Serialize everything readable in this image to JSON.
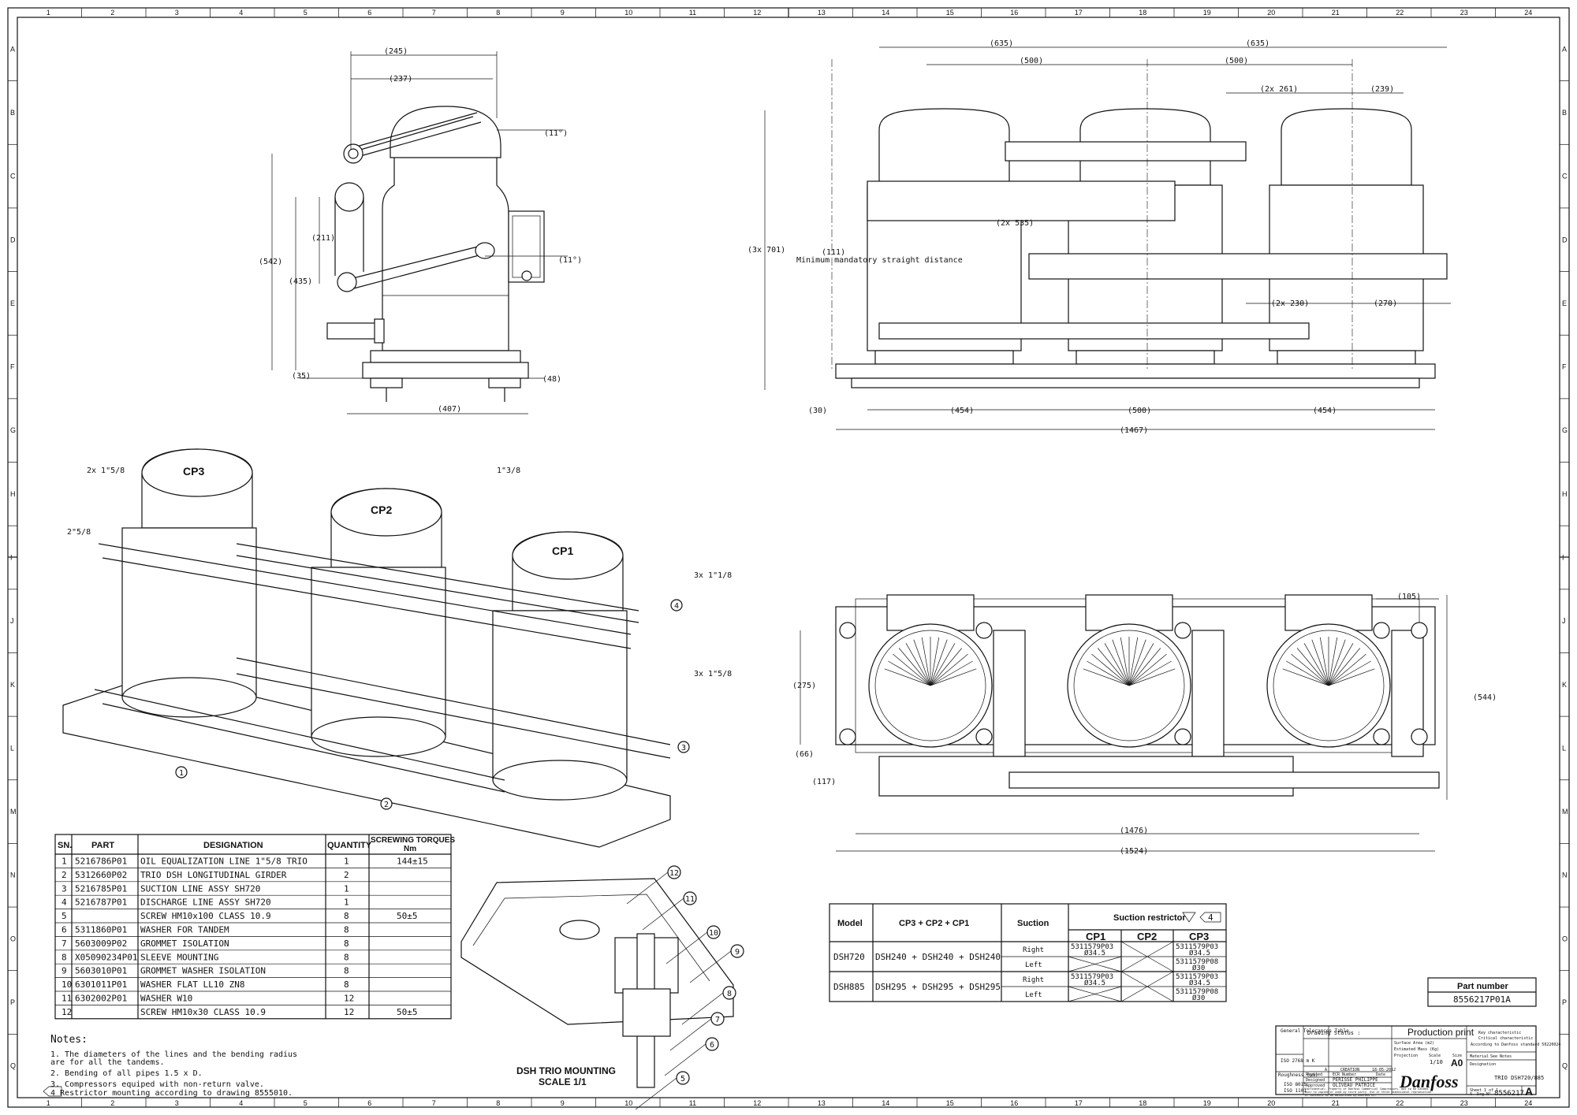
{
  "frame": {
    "columns": [
      "1",
      "2",
      "3",
      "4",
      "5",
      "6",
      "7",
      "8",
      "9",
      "10",
      "11",
      "12",
      "13",
      "14",
      "15",
      "16",
      "17",
      "18",
      "19",
      "20",
      "21",
      "22",
      "23",
      "24"
    ],
    "rows": [
      "A",
      "B",
      "C",
      "D",
      "E",
      "F",
      "G",
      "H",
      "I",
      "J",
      "K",
      "L",
      "M",
      "N",
      "O",
      "P",
      "Q"
    ]
  },
  "side_view": {
    "dims": [
      "(245)",
      "(237)",
      "(11°)",
      "(211)",
      "(542)",
      "(435)",
      "(11°)",
      "(35)",
      "(48)",
      "(407)"
    ]
  },
  "front_view": {
    "dims": [
      "(635)",
      "(635)",
      "(500)",
      "(500)",
      "(2x 261)",
      "(239)",
      "(3x 701)",
      "(111)",
      "(2x 535)",
      "(2x 230)",
      "(270)",
      "(30)",
      "(454)",
      "(500)",
      "(454)",
      "(1467)"
    ],
    "note": "Minimum mandatory straight distance"
  },
  "top_view": {
    "dims": [
      "(105)",
      "(275)",
      "(544)",
      "(66)",
      "(117)",
      "(1476)",
      "(1524)"
    ]
  },
  "iso_view": {
    "labels": [
      "CP3",
      "CP2",
      "CP1"
    ],
    "callouts": [
      "2x 1\"5/8",
      "2\"5/8",
      "1\"3/8",
      "3x 1\"1/8",
      "3x 1\"5/8",
      "1",
      "2",
      "3",
      "4"
    ]
  },
  "parts_table": {
    "headers": [
      "SN.",
      "PART",
      "DESIGNATION",
      "QUANTITY",
      "SCREWING TORQUES Nm"
    ],
    "rows": [
      [
        "1",
        "5216786P01",
        "OIL EQUALIZATION LINE 1\"5/8 TRIO",
        "1",
        "144±15"
      ],
      [
        "2",
        "5312660P02",
        "TRIO DSH LONGITUDINAL GIRDER",
        "2",
        ""
      ],
      [
        "3",
        "5216785P01",
        "SUCTION LINE ASSY SH720",
        "1",
        ""
      ],
      [
        "4",
        "5216787P01",
        "DISCHARGE LINE ASSY SH720",
        "1",
        ""
      ],
      [
        "5",
        "",
        "SCREW HM10x100 CLASS 10.9",
        "8",
        "50±5"
      ],
      [
        "6",
        "5311860P01",
        "WASHER FOR TANDEM",
        "8",
        ""
      ],
      [
        "7",
        "5603009P02",
        "GROMMET ISOLATION",
        "8",
        ""
      ],
      [
        "8",
        "X05090234P01",
        "SLEEVE MOUNTING",
        "8",
        ""
      ],
      [
        "9",
        "5603010P01",
        "GROMMET WASHER ISOLATION",
        "8",
        ""
      ],
      [
        "10",
        "6301011P01",
        "WASHER FLAT LL10 ZN8",
        "8",
        ""
      ],
      [
        "11",
        "6302002P01",
        "WASHER W10",
        "12",
        ""
      ],
      [
        "12",
        "",
        "SCREW HM10x30 CLASS 10.9",
        "12",
        "50±5"
      ]
    ]
  },
  "notes": {
    "title": "Notes:",
    "items": [
      "1.  The diameters of the lines and the bending radius",
      "    are for all the tandems.",
      "2.  Bending of all pipes 1.5 x D.",
      "3.  Compressors equiped with non-return valve.",
      "4   Restrictor mounting according to drawing 8555010."
    ]
  },
  "mounting": {
    "title": "DSH TRIO MOUNTING",
    "scale": "SCALE   1/1",
    "callouts": [
      "12",
      "11",
      "10",
      "9",
      "8",
      "7",
      "6",
      "5"
    ]
  },
  "restrictor_table": {
    "h_model": "Model",
    "h_cps": "CP3 + CP2 + CP1",
    "h_suction": "Suction",
    "h_restrictor": "Suction restrictor",
    "h_ref": "4",
    "h_cp1": "CP1",
    "h_cp2": "CP2",
    "h_cp3": "CP3",
    "rows": [
      {
        "model": "DSH720",
        "cps": "DSH240 + DSH240 + DSH240",
        "right": "Right",
        "left": "Left",
        "cp1_right_a": "5311579P03",
        "cp1_right_b": "Ø34.5",
        "cp3_right_a": "5311579P03",
        "cp3_right_b": "Ø34.5",
        "cp3_left_a": "5311579P08",
        "cp3_left_b": "Ø30"
      },
      {
        "model": "DSH885",
        "cps": "DSH295 + DSH295 + DSH295",
        "right": "Right",
        "left": "Left",
        "cp1_right_a": "5311579P03",
        "cp1_right_b": "Ø34.5",
        "cp3_right_a": "5311579P03",
        "cp3_right_b": "Ø34.5",
        "cp3_left_a": "5311579P08",
        "cp3_left_b": "Ø30"
      }
    ]
  },
  "part_number": {
    "label": "Part number",
    "value": "8556217P01A"
  },
  "title_block": {
    "general_tol": "General Tolerances Table",
    "iso_ref": "ISO 2768 m K",
    "drawing_status_label": "Drawing Status :",
    "drawing_status": "Production print",
    "surface_area": "Surface Area (m2)",
    "estimated_mass": "Estimated Mass (Kg)",
    "projection": "Projection",
    "scale_label": "Scale",
    "scale_value": "1/10",
    "size_label": "Size",
    "size_value": "A0",
    "key_char": "Key characteristic",
    "crit_char": "Critical characteristic",
    "according": "According to Danfoss standard 50220024",
    "material_label": "Material",
    "material_value": "See Notes",
    "designation_label": "Designation",
    "designation_value": "TRIO DSH720/885",
    "roughness": "Roughness (µm)",
    "iso_8015": "ISO 8015",
    "iso_1101": "ISO 1101",
    "rev_a": "A",
    "creation": "CREATION",
    "date": "18-05-2012",
    "revised_label": "Revised",
    "ecr_label": "ECR Number",
    "date_label": "Date",
    "designer_label": "Designed",
    "designer": "PERISSE PHILIPPE",
    "approved_label": "Approved",
    "approver": "OLIVEAU PATRICE",
    "confidential_1": "Confidential: Property of Danfoss Commercial Compressors. Not to be handed",
    "confidential_2": "over to copied or used by third party. Use or three dimensional reproduction",
    "confidential_3": "of contents to be authorized by Danfoss CC.",
    "logo": "Danfoss",
    "sheet": "Sheet 1 of 1",
    "rev_label": "A",
    "drg_label": "Drg N°",
    "drg_no": "8556217",
    "rev_big": "A"
  }
}
